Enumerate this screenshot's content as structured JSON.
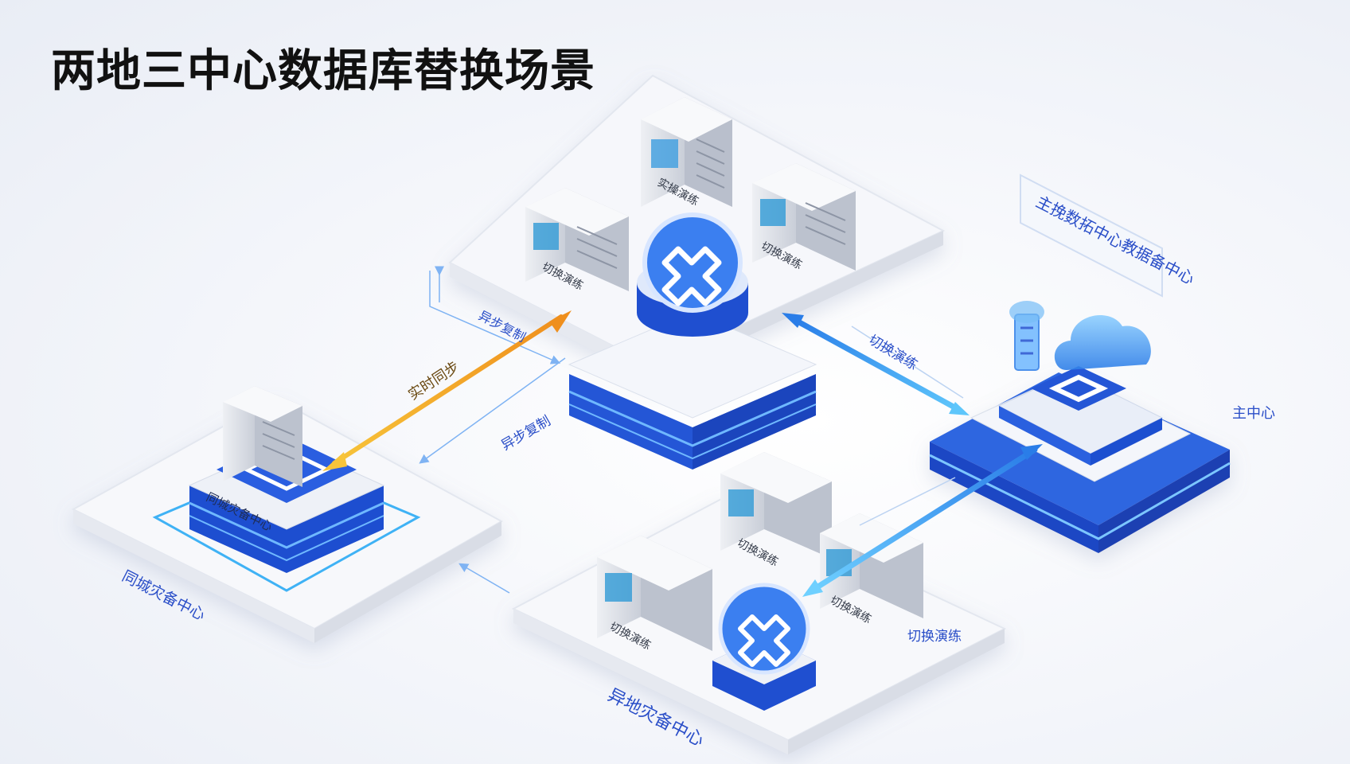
{
  "title": "两地三中心数据库替换场景",
  "colors": {
    "primary_blue": "#2f6fe4",
    "deep_blue": "#1f4fd0",
    "light_blue": "#5fb2f5",
    "sync_orange": "#f3a127",
    "platform_white": "#f8f9fc",
    "label_blue": "#2a4ec8"
  },
  "nodes": {
    "main_center": {
      "label": "主中心",
      "banner": "主挽数拓中心教据备中心",
      "icons": [
        "database-chip-icon",
        "cloud-icon",
        "storage-tower-icon"
      ]
    },
    "same_city": {
      "label": "同城灾备中心",
      "platform_label": "同城灾备中心",
      "icons": [
        "server-rack-icon",
        "database-chip-icon"
      ]
    },
    "remote": {
      "label": "异地灾备中心",
      "icons": [
        "server-rack-icon",
        "database-logo-icon"
      ]
    },
    "central_hub": {
      "icons": [
        "database-logo-icon",
        "server-rack-icon"
      ]
    }
  },
  "server_labels": {
    "hub_top": "实操演练",
    "hub_left": "切换演练",
    "hub_right": "切换演练",
    "remote_top": "切换演练",
    "remote_left": "切换演练",
    "remote_mid": "切换演练",
    "remote_right": "切换演练"
  },
  "connections": {
    "realtime_sync": "实时同步",
    "async_copy_upper": "异步复制",
    "async_copy_lower": "异步复制",
    "switch_drill": "切换演练"
  }
}
